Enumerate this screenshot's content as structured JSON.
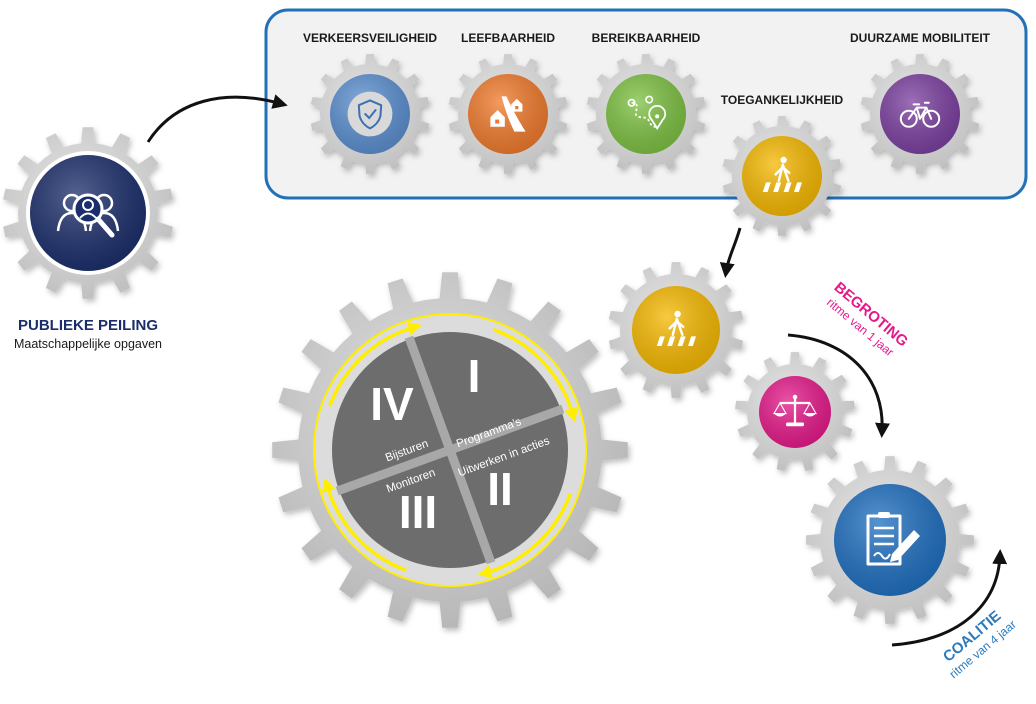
{
  "survey": {
    "title": "PUBLIEKE PEILING",
    "subtitle": "Maatschappelijke opgaven",
    "icon": "people-search-icon"
  },
  "themes": [
    {
      "label": "VERKEERSVEILIGHEID",
      "icon": "shield-check-icon",
      "color": "#5b8fd0"
    },
    {
      "label": "LEEFBAARHEID",
      "icon": "houses-road-icon",
      "color": "#f07a2c"
    },
    {
      "label": "BEREIKBAARHEID",
      "icon": "route-map-icon",
      "color": "#7dc142"
    },
    {
      "label": "TOEGANKELIJKHEID",
      "icon": "pedestrian-crossing-icon",
      "color": "#f5b800"
    },
    {
      "label": "DUURZAME MOBILITEIT",
      "icon": "bicycle-icon",
      "color": "#7b3fa0"
    }
  ],
  "cycle": {
    "quadrants": [
      {
        "numeral": "I",
        "text_lines": [
          "Programma's"
        ]
      },
      {
        "numeral": "II",
        "text_lines": [
          "Uitwerken in acties"
        ]
      },
      {
        "numeral": "III",
        "text_lines": [
          "Monitoren"
        ]
      },
      {
        "numeral": "IV",
        "text_lines": [
          "Bijsturen"
        ]
      }
    ],
    "arrow_color": "#ffee00"
  },
  "chain": [
    {
      "icon": "pedestrian-crossing-icon",
      "color": "#f5b800"
    },
    {
      "icon": "scales-icon",
      "color": "#e5198a"
    },
    {
      "icon": "document-pen-icon",
      "color": "#1f6fc0"
    }
  ],
  "rhythms": {
    "budget": {
      "title": "BEGROTING",
      "subtitle": "ritme van 1 jaar",
      "color": "#e5198a"
    },
    "coalition": {
      "title": "COALITIE",
      "subtitle": "ritme van 4 jaar",
      "color": "#2b7bbd"
    }
  },
  "colors": {
    "gear": "#d4d4d4",
    "gear_dark": "#b8b8b8",
    "panel_border": "#2271b8",
    "panel_fill": "#f2f2f2",
    "navy": "#1b2e6b",
    "cycle_fill": "#6d6d6d"
  }
}
